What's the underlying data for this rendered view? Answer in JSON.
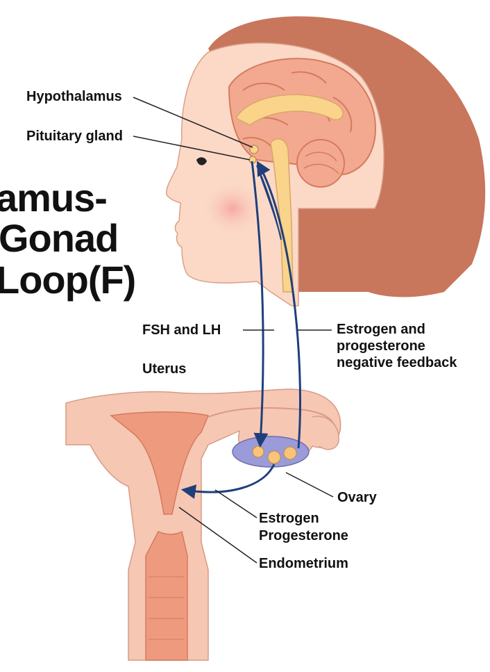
{
  "title": {
    "lines": [
      "amus-",
      "Gonad",
      "Loop(F)"
    ]
  },
  "labels": {
    "hypothalamus": "Hypothalamus",
    "pituitary": "Pituitary gland",
    "fsh_lh": "FSH and LH",
    "feedback": [
      "Estrogen and",
      "progesterone",
      "negative feedback"
    ],
    "uterus": "Uterus",
    "ovary": "Ovary",
    "hormones": [
      "Estrogen",
      "Progesterone"
    ],
    "endometrium": "Endometrium"
  },
  "colors": {
    "hair": "#c8765c",
    "skin": "#fbd9c6",
    "brain": "#f3a98f",
    "uterus": "#f6c7b3",
    "uterus_inner": "#ee9a7e",
    "arrow": "#1f3f7a",
    "ovary": "#9b9bd9"
  }
}
